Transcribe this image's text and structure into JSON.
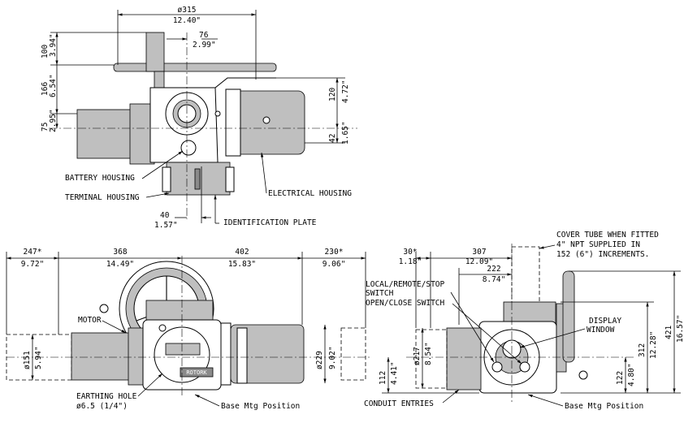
{
  "top_view": {
    "dims": {
      "width_mm": "ø315",
      "width_in": "12.40\"",
      "offset_mm": "76",
      "offset_in": "2.99\"",
      "h100_mm": "100",
      "h100_in": "3.94\"",
      "h166_mm": "166",
      "h166_in": "6.54\"",
      "h75_mm": "75",
      "h75_in": "2.95\"",
      "r120_mm": "120",
      "r120_in": "4.72\"",
      "r42_mm": "42",
      "r42_in": "1.65\"",
      "b40_mm": "40",
      "b40_in": "1.57\""
    },
    "labels": {
      "battery": "BATTERY HOUSING",
      "terminal": "TERMINAL HOUSING",
      "electrical": "ELECTRICAL HOUSING",
      "identification": "IDENTIFICATION PLATE"
    }
  },
  "front_view": {
    "dims": {
      "d247_mm": "247*",
      "d247_in": "9.72\"",
      "d368_mm": "368",
      "d368_in": "14.49\"",
      "d402_mm": "402",
      "d402_in": "15.83\"",
      "d230_mm": "230*",
      "d230_in": "9.06\"",
      "d151_mm": "ø151",
      "d151_in": "5.94\"",
      "d229_mm": "ø229",
      "d229_in": "9.02\""
    },
    "labels": {
      "motor": "MOTOR",
      "earthing1": "EARTHING HOLE",
      "earthing2": "ø6.5 (1/4\")",
      "base": "Base Mtg Position",
      "brand": "ROTORK"
    }
  },
  "side_view": {
    "dims": {
      "d30_mm": "30*",
      "d30_in": "1.18\"",
      "d307_mm": "307",
      "d307_in": "12.09\"",
      "d222_mm": "222",
      "d222_in": "8.74\"",
      "d217_mm": "ø217",
      "d217_in": "8.54\"",
      "d112_mm": "112",
      "d112_in": "4.41\"",
      "d421_mm": "421",
      "d421_in": "16.57\"",
      "d312_mm": "312",
      "d312_in": "12.28\"",
      "d122_mm": "122",
      "d122_in": "4.80\""
    },
    "labels": {
      "cover1": "COVER TUBE WHEN FITTED",
      "cover2": "4\" NPT SUPPLIED IN",
      "cover3": "152 (6\") INCREMENTS.",
      "selector1": "LOCAL/REMOTE/STOP",
      "selector2": "SWITCH",
      "openclose": "OPEN/CLOSE SWITCH",
      "display1": "DISPLAY",
      "display2": "WINDOW",
      "conduit": "CONDUIT ENTRIES",
      "base": "Base Mtg Position"
    }
  }
}
